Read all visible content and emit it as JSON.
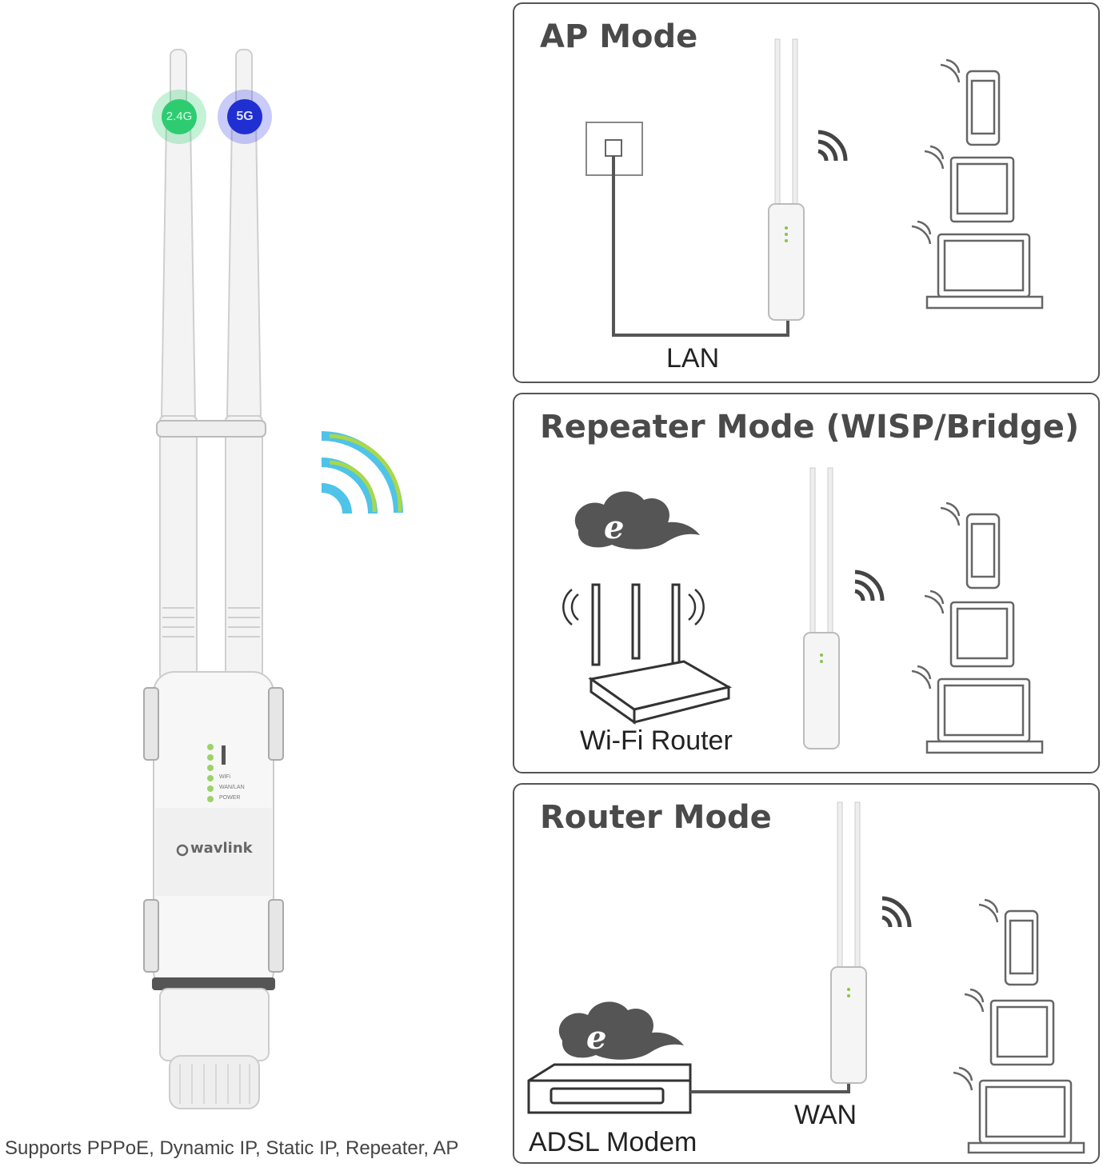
{
  "device": {
    "badges": [
      {
        "label": "2.4G",
        "color": "#2ecc71"
      },
      {
        "label": "5G",
        "color": "#1f2fd1"
      }
    ],
    "brand": "wavlink",
    "leds": [
      "WiFi",
      "WAN/LAN",
      "POWER"
    ],
    "wifi_colors": [
      "#4fc3e8",
      "#a8d84a"
    ]
  },
  "panels": {
    "ap": {
      "title": "AP Mode",
      "link_label": "LAN"
    },
    "repeater": {
      "title": "Repeater Mode (WISP/Bridge)",
      "router_label": "Wi-Fi Router"
    },
    "router": {
      "title": "Router Mode",
      "link_label": "WAN",
      "modem_label": "ADSL Modem"
    }
  },
  "caption": "Supports PPPoE, Dynamic IP, Static IP, Repeater, AP"
}
